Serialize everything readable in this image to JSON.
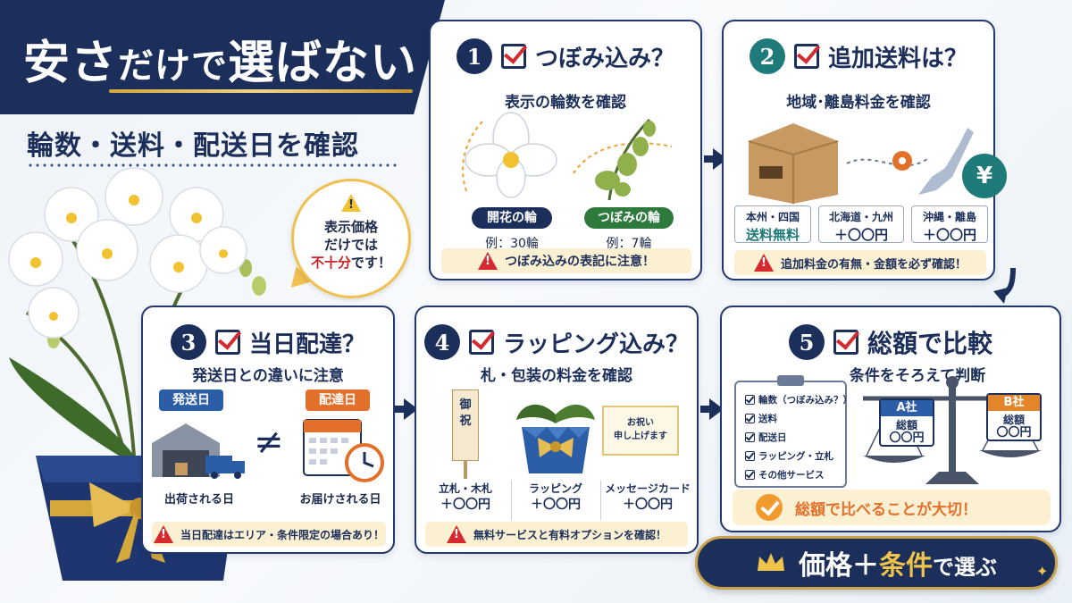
{
  "title": {
    "main_big": "安さ",
    "main_small": "だけで",
    "main_big2": "選ばない"
  },
  "subtitle": "輪数・送料・配送日を確認",
  "bubble": {
    "line1": "表示価格",
    "line2": "だけでは",
    "line3_red": "不十分",
    "line3_rest": "です！"
  },
  "cards": {
    "c1": {
      "num": "1",
      "title": "つぼみ込み？",
      "sub": "表示の輪数を確認",
      "pill_open": "開花の輪",
      "pill_bud": "つぼみの輪",
      "ex_open": "例：30輪",
      "ex_bud": "例：7輪",
      "notice": "つぼみ込みの表記に注意！"
    },
    "c2": {
      "num": "2",
      "title": "追加送料は？",
      "sub": "地域･離島料金を確認",
      "rates": [
        {
          "region": "本州・四国",
          "value": "送料無料"
        },
        {
          "region": "北海道・九州",
          "value": "＋〇〇円"
        },
        {
          "region": "沖縄・離島",
          "value": "＋〇〇円"
        }
      ],
      "yen": "¥",
      "notice": "追加料金の有無・金額を必ず確認！"
    },
    "c3": {
      "num": "3",
      "title": "当日配達？",
      "sub": "発送日との違いに注意",
      "tag_ship": "発送日",
      "tag_deliver": "配達日",
      "neq": "≠",
      "cap_ship": "出荷される日",
      "cap_deliver": "お届けされる日",
      "notice": "当日配達はエリア・条件限定の場合あり！"
    },
    "c4": {
      "num": "4",
      "title": "ラッピング込み？",
      "sub": "札・包装の料金を確認",
      "tag_text1": "御",
      "tag_text2": "祝",
      "card_text1": "お祝い",
      "card_text2": "申し上げます",
      "items": [
        {
          "label": "立札・木札",
          "price": "＋〇〇円"
        },
        {
          "label": "ラッピング",
          "price": "＋〇〇円"
        },
        {
          "label": "メッセージカード",
          "price": "＋〇〇円"
        }
      ],
      "notice": "無料サービスと有料オプションを確認！"
    },
    "c5": {
      "num": "5",
      "title": "総額で比較",
      "sub": "条件をそろえて判断",
      "checklist": [
        "輪数（つぼみ込み？）",
        "送料",
        "配送日",
        "ラッピング・立札",
        "その他サービス"
      ],
      "company_a": {
        "name": "A社",
        "label": "総額",
        "value": "〇〇円"
      },
      "company_b": {
        "name": "B社",
        "label": "総額",
        "value": "〇〇円"
      },
      "bar": "総額で比べることが大切！"
    }
  },
  "final": {
    "part1": "価格",
    "plus": "＋",
    "part2": "条件",
    "part3": "で選ぶ"
  },
  "colors": {
    "navy": "#1c2f5a",
    "teal": "#1f7a7a",
    "red": "#d42a30",
    "orange": "#e3702a",
    "gold": "#d4a83a"
  }
}
